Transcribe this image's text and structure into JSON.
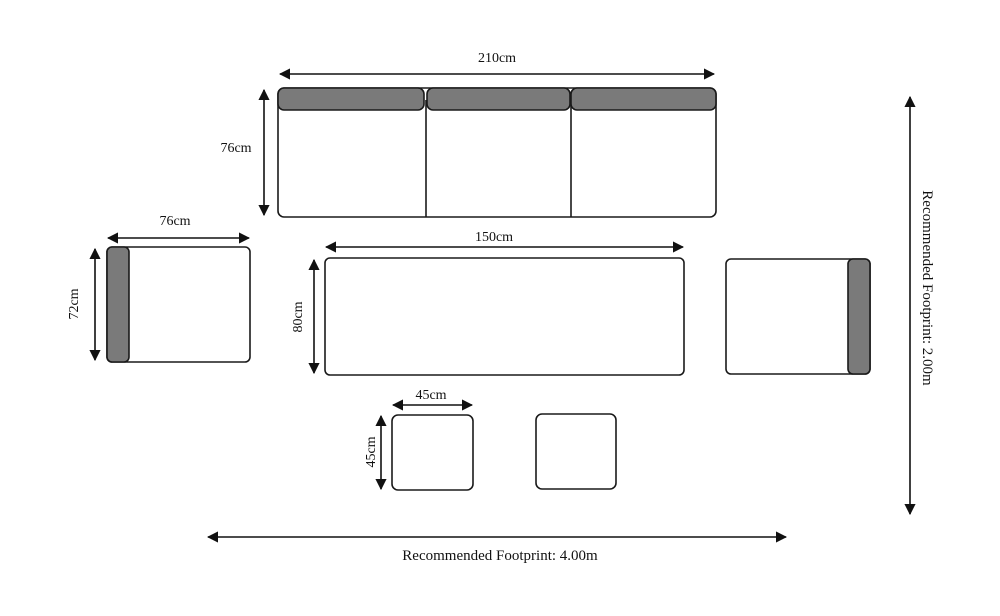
{
  "dimensions": {
    "sofa_width": "210cm",
    "sofa_depth": "76cm",
    "armchair_width": "76cm",
    "armchair_depth": "72cm",
    "table_width": "150cm",
    "table_depth": "80cm",
    "stool_width": "45cm",
    "stool_depth": "45cm"
  },
  "footprint": {
    "width_label": "Recommended Footprint: 4.00m",
    "depth_label": "Recommended Footprint: 2.00m"
  },
  "colors": {
    "cushion": "#7a7a7a",
    "outline": "#1a1a1a"
  }
}
